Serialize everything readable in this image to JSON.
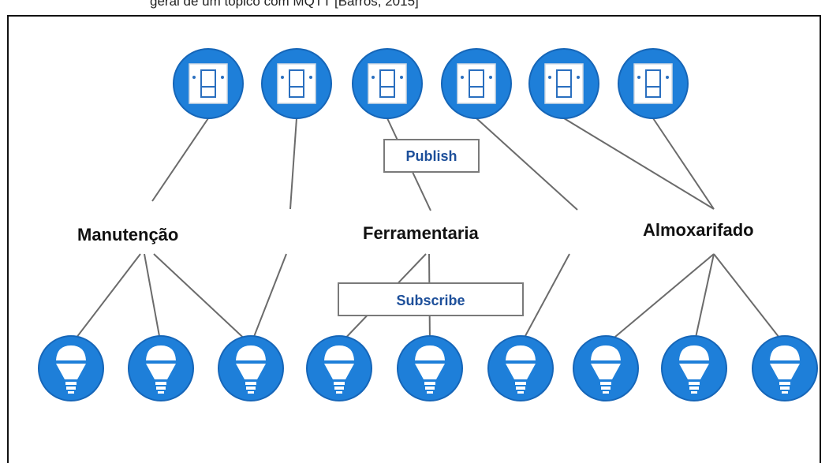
{
  "caption": "geral de um tópico com MQTT [Barros, 2015]",
  "topics": [
    "Manutenção",
    "Ferramentaria",
    "Almoxarifado"
  ],
  "labels": {
    "publish": "Publish",
    "subscribe": "Subscribe"
  },
  "nodes": {
    "switches": [
      "switch-1",
      "switch-2",
      "switch-3",
      "switch-4",
      "switch-5",
      "switch-6"
    ],
    "bulbs": [
      "bulb-1",
      "bulb-2",
      "bulb-3",
      "bulb-4",
      "bulb-5",
      "bulb-6",
      "bulb-7",
      "bulb-8",
      "bulb-9"
    ]
  },
  "colors": {
    "node_fill": "#1e7fd9",
    "label_text": "#1d4f9a",
    "edge": "#6b6b6b"
  }
}
